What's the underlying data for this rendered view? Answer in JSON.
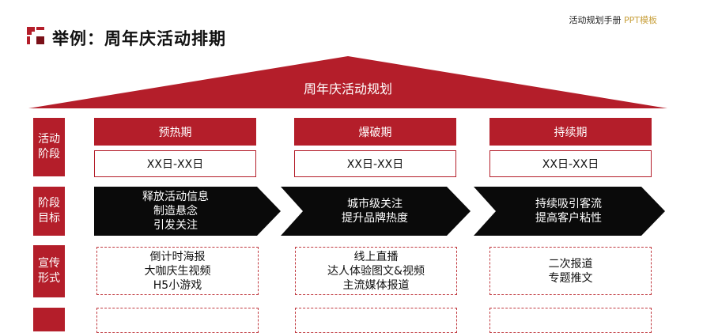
{
  "header": {
    "brand_main": "活动规划手册 ",
    "brand_ppt": "PPT模板",
    "title": "举例：周年庆活动排期"
  },
  "roof": {
    "label": "周年庆活动规划"
  },
  "colors": {
    "accent": "#b41e2a",
    "goal_arrow": "#0a0a0a",
    "brand_ppt": "#c8a03c"
  },
  "rows": {
    "phase": [
      "活动",
      "阶段"
    ],
    "goal": [
      "阶段",
      "目标"
    ],
    "promo": [
      "宣传",
      "形式"
    ]
  },
  "phases": [
    {
      "name": "预热期",
      "date": "XX日-XX日",
      "goals": [
        "释放活动信息",
        "制造悬念",
        "引发关注"
      ],
      "promo": [
        "倒计时海报",
        "大咖庆生视频",
        "H5小游戏"
      ]
    },
    {
      "name": "爆破期",
      "date": "XX日-XX日",
      "goals": [
        "城市级关注",
        "提升品牌热度"
      ],
      "promo": [
        "线上直播",
        "达人体验图文&视频",
        "主流媒体报道"
      ]
    },
    {
      "name": "持续期",
      "date": "XX日-XX日",
      "goals": [
        "持续吸引客流",
        "提高客户粘性"
      ],
      "promo": [
        "二次报道",
        "专题推文"
      ]
    }
  ]
}
